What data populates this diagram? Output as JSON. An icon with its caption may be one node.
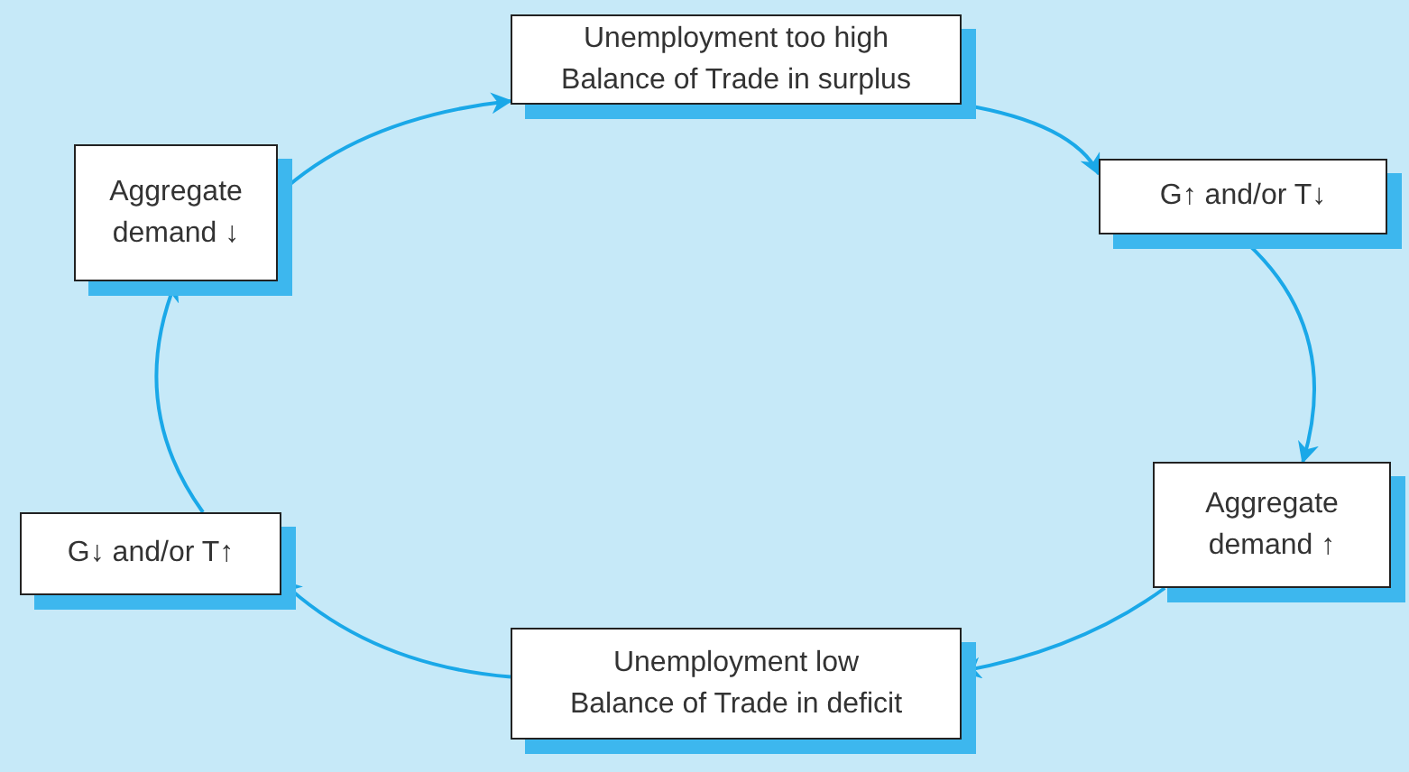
{
  "diagram": {
    "nodes": [
      {
        "text": [
          "Unemployment too high",
          "Balance of Trade in surplus"
        ]
      },
      {
        "text": [
          "G↑ and/or T↓"
        ]
      },
      {
        "text": [
          "Aggregate demand ↑"
        ]
      },
      {
        "text": [
          "Unemployment low",
          "Balance of Trade in deficit"
        ]
      },
      {
        "text": [
          "G↓ and/or T↑"
        ]
      },
      {
        "text": [
          "Aggregate demand ↓"
        ]
      }
    ],
    "edges": [
      {
        "from": 0,
        "to": 1,
        "arrow": "to"
      },
      {
        "from": 1,
        "to": 2,
        "arrow": "to"
      },
      {
        "from": 2,
        "to": 3,
        "arrow": "to"
      },
      {
        "from": 3,
        "to": 4,
        "arrow": "to"
      },
      {
        "from": 4,
        "to": 5,
        "arrow": "to"
      },
      {
        "from": 5,
        "to": 0,
        "arrow": "to"
      }
    ]
  }
}
